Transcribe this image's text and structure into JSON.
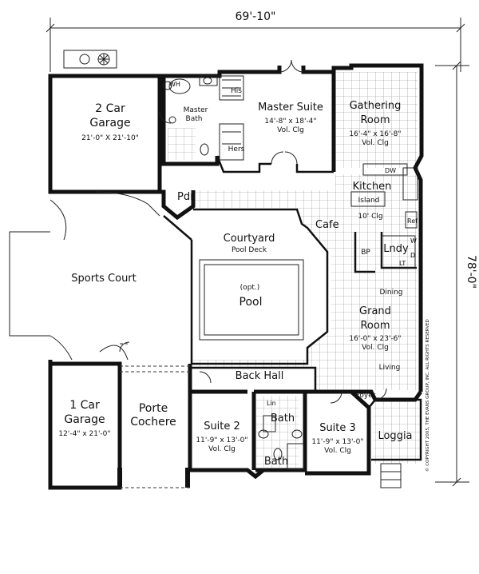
{
  "dimensions": {
    "width": "69'-10\"",
    "depth": "78'-0\""
  },
  "rooms": {
    "garage2": {
      "name_line1": "2 Car",
      "name_line2": "Garage",
      "size": "21'-0\" X 21'-10\""
    },
    "master_bath": {
      "name_line1": "Master",
      "name_line2": "Bath"
    },
    "wh": "WH",
    "his": "His",
    "hers": "Hers",
    "master_suite": {
      "name": "Master Suite",
      "size": "14'-8\" x 18'-4\"",
      "note": "Vol. Clg"
    },
    "gathering": {
      "name_line1": "Gathering",
      "name_line2": "Room",
      "size": "16'-4\" x 16'-8\"",
      "note": "Vol. Clg"
    },
    "dw": "DW",
    "kitchen": {
      "name": "Kitchen",
      "island": "Island",
      "note": "10' Clg"
    },
    "ref": "Ref",
    "pdr": "Pdr",
    "cafe": "Cafe",
    "courtyard": {
      "name": "Courtyard",
      "sub": "Pool Deck"
    },
    "pool": {
      "opt": "(opt.)",
      "name": "Pool"
    },
    "bp": "BP",
    "lndy": "Lndy",
    "w": "W",
    "d": "D",
    "lt": "LT",
    "sports_court": "Sports Court",
    "dining": "Dining",
    "grand": {
      "name_line1": "Grand",
      "name_line2": "Room",
      "size": "16'-0\" x 23'-6\"",
      "note": "Vol. Clg"
    },
    "living": "Living",
    "back_hall": "Back Hall",
    "foyer": "Foyer",
    "garage1": {
      "name_line1": "1 Car",
      "name_line2": "Garage",
      "size": "12'-4\" x 21'-0\""
    },
    "porte": {
      "line1": "Porte",
      "line2": "Cochere"
    },
    "suite2": {
      "name": "Suite 2",
      "size": "11'-9\" x 13'-0\"",
      "note": "Vol. Clg"
    },
    "lin": "Lin",
    "bath_upper": "Bath",
    "bath_lower": "Bath",
    "suite3": {
      "name": "Suite 3",
      "size": "11'-9\" x 13'-0\"",
      "note": "Vol. Clg"
    },
    "loggia": "Loggia"
  },
  "copyright": "© COPYRIGHT 2005, THE EVANS GROUP, INC. ALL RIGHTS RESERVED"
}
